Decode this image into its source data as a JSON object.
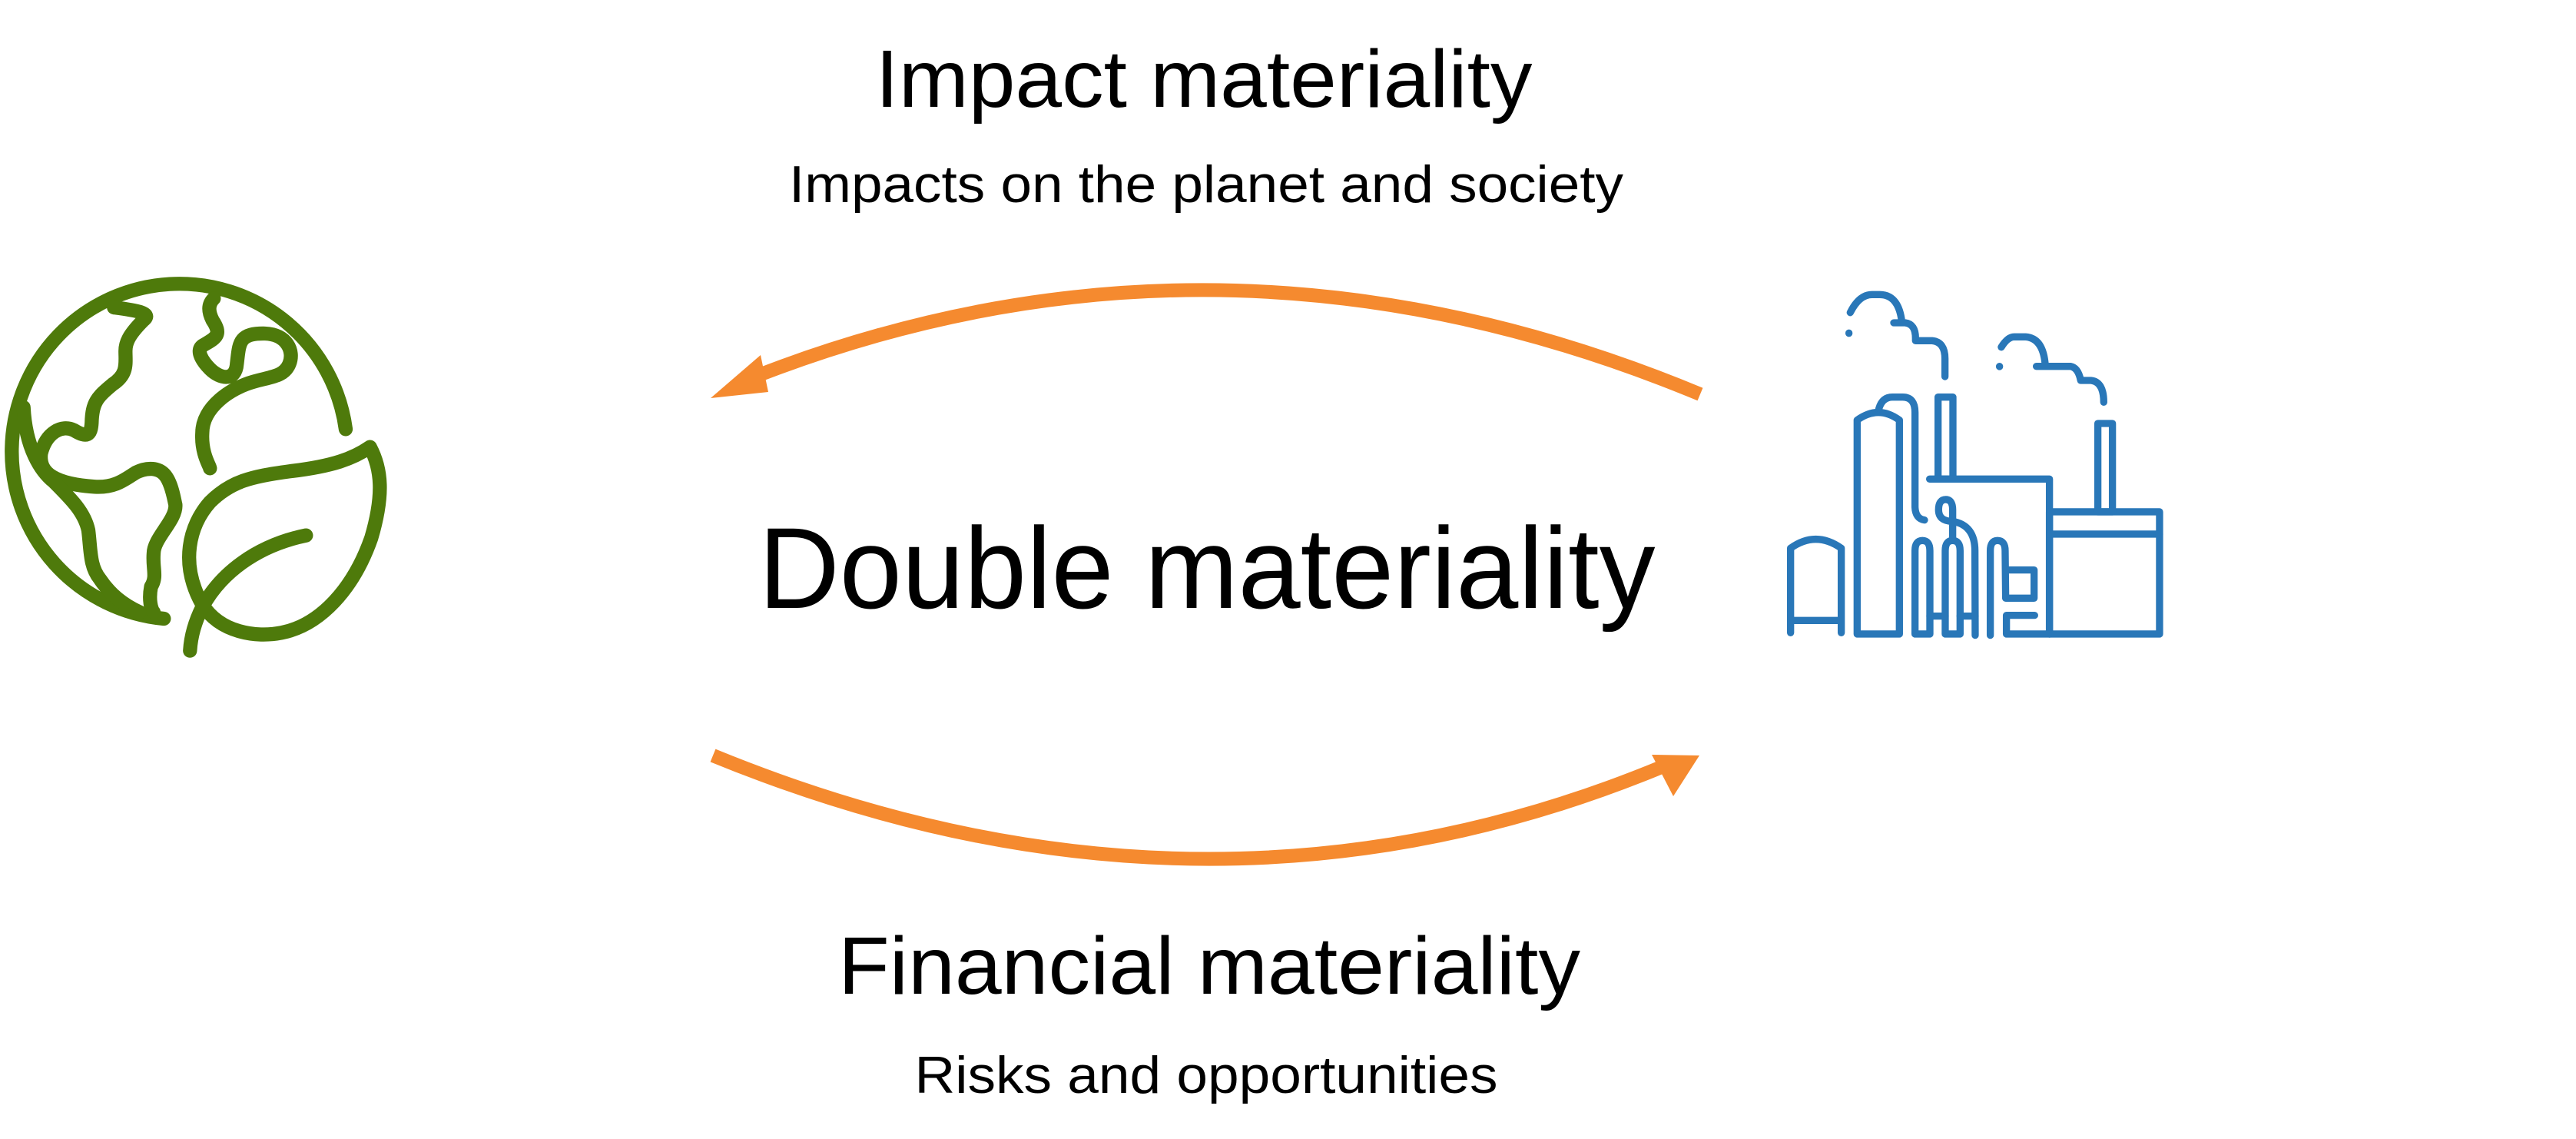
{
  "impact": {
    "title": "Impact materiality",
    "subtitle": "Impacts on the planet and society"
  },
  "center": {
    "title": "Double materiality"
  },
  "financial": {
    "title": "Financial materiality",
    "subtitle": "Risks and opportunities"
  },
  "icons": {
    "left": "globe-leaf-icon",
    "right": "factory-icon"
  },
  "colors": {
    "globe": "#4E7A0B",
    "factory": "#2977B8",
    "arrow": "#F58A2F",
    "text": "#000000"
  }
}
